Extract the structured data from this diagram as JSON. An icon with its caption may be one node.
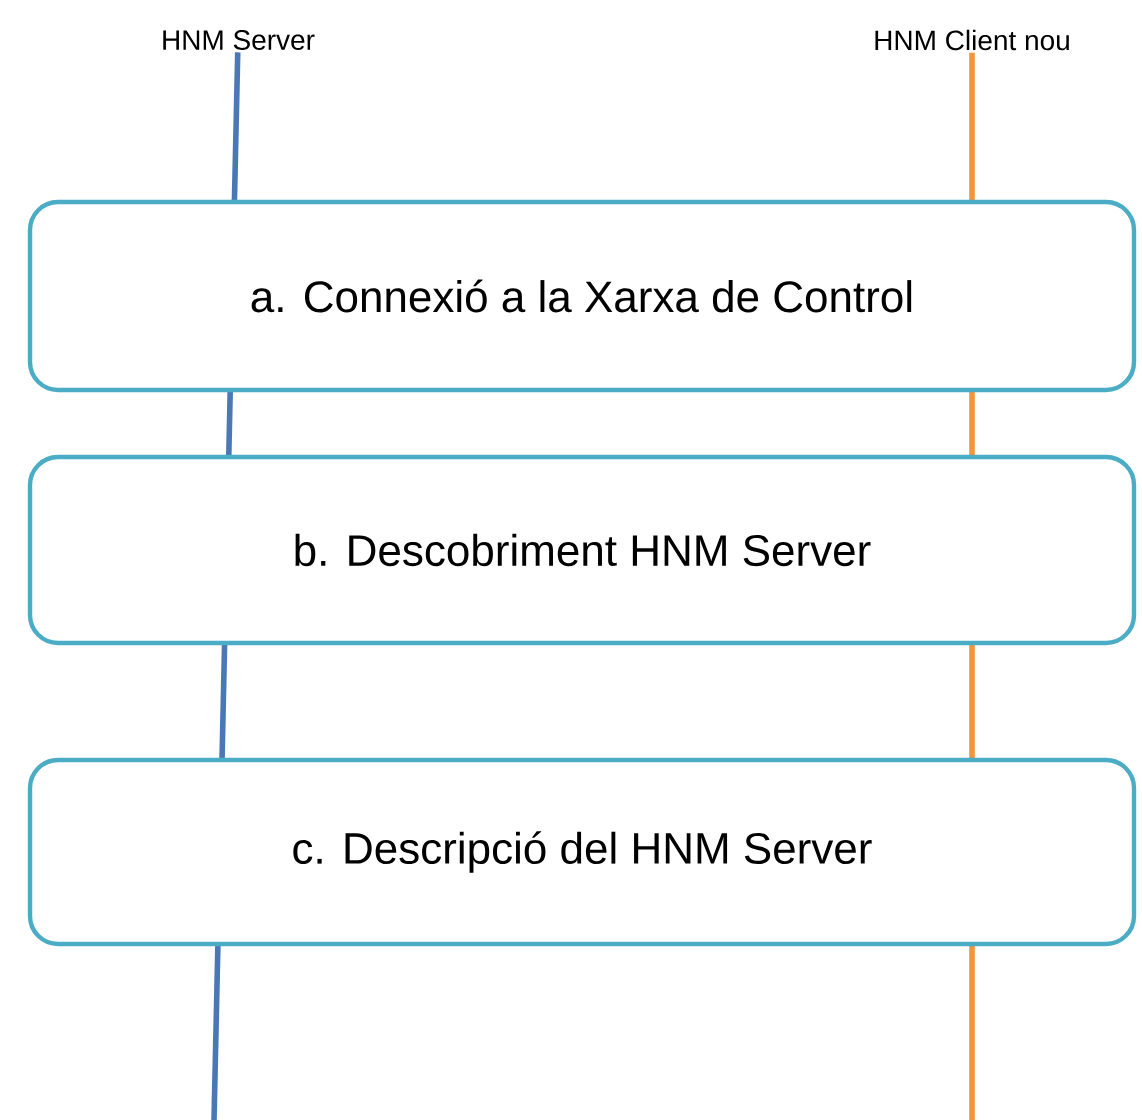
{
  "diagram": {
    "nodes": [
      {
        "text": [
          "HNM Server"
        ]
      },
      {
        "text": [
          "HNM Client nou"
        ]
      },
      {
        "text": [
          "a. Connexió a la Xarxa de Control"
        ]
      },
      {
        "text": [
          "b. Descobriment HNM Server"
        ]
      },
      {
        "text": [
          "c. Descripció del HNM Server"
        ]
      }
    ],
    "edges": [
      {
        "from": 0,
        "to": null,
        "arrow": "none",
        "color": "#4a78b5"
      },
      {
        "from": 1,
        "to": null,
        "arrow": "none",
        "color": "#f0963c"
      }
    ]
  }
}
